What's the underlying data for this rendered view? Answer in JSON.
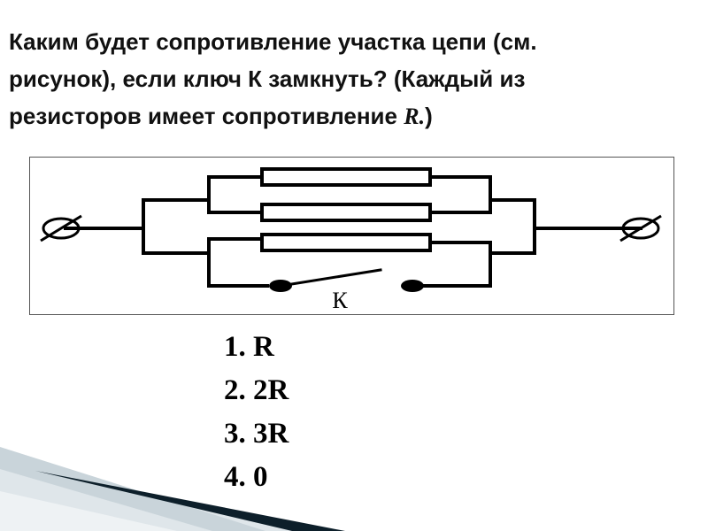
{
  "question": {
    "line1": "Каким будет сопротивление участка цепи (см.",
    "line2": "рисунок), если ключ К замкнуть? (Каждый из",
    "line3_prefix": "резисторов имеет сопротивление ",
    "line3_var": "R.",
    "line3_suffix": ")"
  },
  "figure": {
    "switch_label": "К",
    "terminal_symbol": "Ø",
    "line_color": "#000000"
  },
  "answers": {
    "options": [
      {
        "num": "1.",
        "text": "R"
      },
      {
        "num": "2.",
        "text": "2R"
      },
      {
        "num": "3.",
        "text": "3R"
      },
      {
        "num": "4.",
        "text": "0"
      }
    ]
  },
  "colors": {
    "background": "#ffffff",
    "text": "#111111",
    "decor_dark": "#0d1f2a",
    "decor_light": "#c9d4da"
  }
}
